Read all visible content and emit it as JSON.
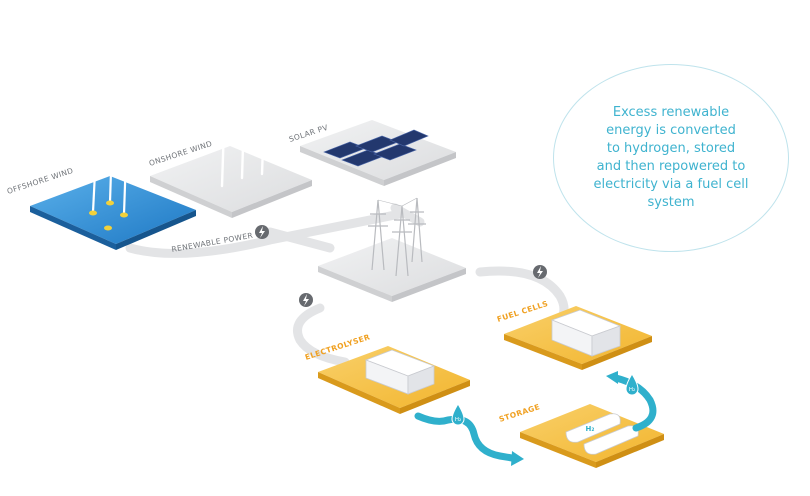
{
  "labels": {
    "offshore_wind": "OFFSHORE WIND",
    "onshore_wind": "ONSHORE WIND",
    "solar_pv": "SOLAR PV",
    "renewable_power": "RENEWABLE POWER",
    "electrolyser": "ELECTROLYSER",
    "fuel_cells": "FUEL CELLS",
    "storage": "STORAGE"
  },
  "badges": {
    "hydrogen": "H₂"
  },
  "callout": {
    "text": "Excess renewable\nenergy is converted\nto hydrogen, stored\nand then repowered to\nelectricity via a fuel cell\nsystem"
  },
  "colors": {
    "sea": "#2f8fd6",
    "platform_gray": "#e6e7e8",
    "platform_yellow": "#f6c24a",
    "hydrogen_flow": "#2fb0cc",
    "accent_orange": "#f0a020",
    "callout_text": "#3fb3cf"
  },
  "icons": {
    "power": "lightning-bolt-icon",
    "hydrogen": "hydrogen-drop-icon"
  }
}
